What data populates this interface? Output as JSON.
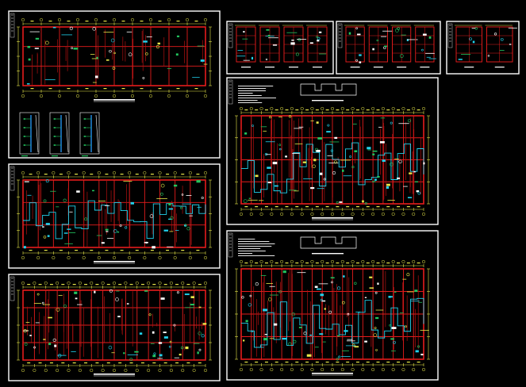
{
  "app": {
    "title": "",
    "background": "#000000"
  },
  "colors": {
    "frame": "#ffffff",
    "wall": "#e51c1c",
    "wall_dark": "#b01010",
    "dimension": "#e8e84a",
    "text": "#ffffff",
    "pipe": "#22d3ee",
    "pipe_dark": "#1e7fd0",
    "annotation": "#22c55e",
    "highlight": "#f59e0b"
  },
  "sheets": [
    {
      "id": "sheet-1",
      "kind": "plan-with-details"
    },
    {
      "id": "sheet-2",
      "kind": "floor-plan"
    },
    {
      "id": "sheet-3",
      "kind": "floor-plan"
    },
    {
      "id": "sheet-4",
      "kind": "detail-set"
    },
    {
      "id": "sheet-5",
      "kind": "detail-set"
    },
    {
      "id": "sheet-6",
      "kind": "detail-set"
    },
    {
      "id": "sheet-7",
      "kind": "floor-plan-pipes"
    },
    {
      "id": "sheet-8",
      "kind": "floor-plan-pipes"
    }
  ]
}
